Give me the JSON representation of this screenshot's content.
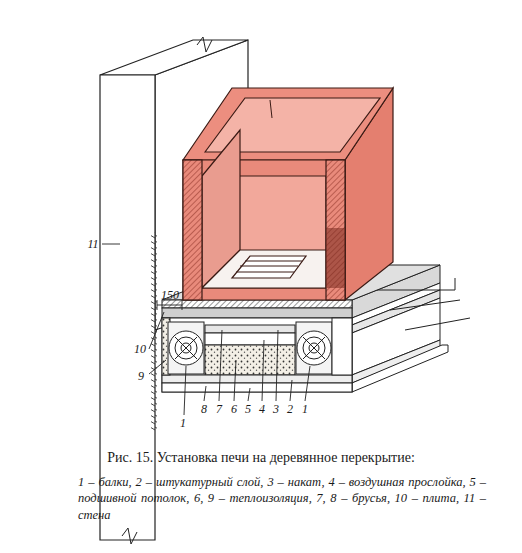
{
  "diagram": {
    "caption": "Рис. 15. Установка печи на деревянное перекрытие:",
    "labels": [
      "11",
      "150",
      "10",
      "9",
      "1",
      "8",
      "7",
      "6",
      "5",
      "4",
      "3",
      "2",
      "1",
      "1 – балки, 2 – штукатурный слой, 3 – накат, 4 – воздушная прослойка, 5 – подшивной потолок, 6, 9 – теплоизоляция, 7, 8 – брусья, 10 – плита, 11 – стена"
    ]
  }
}
